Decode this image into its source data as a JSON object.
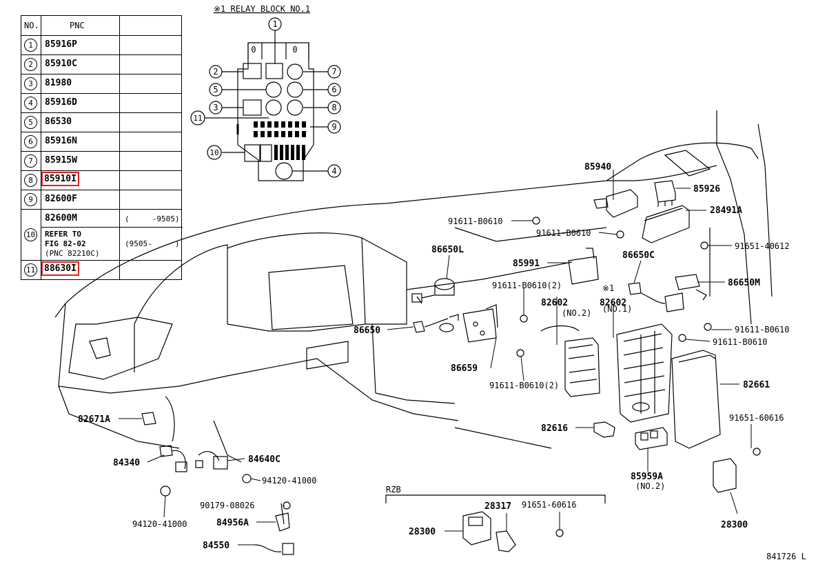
{
  "table": {
    "headers": {
      "no": "NO.",
      "pnc": "PNC"
    },
    "rows": [
      {
        "no": "1",
        "pnc": "85916P",
        "remark": ""
      },
      {
        "no": "2",
        "pnc": "85910C",
        "remark": ""
      },
      {
        "no": "3",
        "pnc": "81980",
        "remark": ""
      },
      {
        "no": "4",
        "pnc": "85916D",
        "remark": ""
      },
      {
        "no": "5",
        "pnc": "86530",
        "remark": ""
      },
      {
        "no": "6",
        "pnc": "85916N",
        "remark": ""
      },
      {
        "no": "7",
        "pnc": "85915W",
        "remark": ""
      },
      {
        "no": "8",
        "pnc": "85910I",
        "remark": "",
        "highlight": true
      },
      {
        "no": "9",
        "pnc": "82600F",
        "remark": ""
      },
      {
        "no": "10",
        "pnc": "82600M",
        "remark": "(     -9505)",
        "pnc2": "REFER TO",
        "pnc3": "FIG 82-02",
        "pnc4": "(PNC 82210C)",
        "remark2": "(9505-     )"
      },
      {
        "no": "11",
        "pnc": "88630I",
        "remark": "",
        "highlight": true
      }
    ]
  },
  "relay_block": {
    "title": "※1 RELAY BLOCK NO.1",
    "zero_left": "0",
    "zero_right": "0",
    "callouts": [
      "1",
      "2",
      "3",
      "4",
      "5",
      "6",
      "7",
      "8",
      "9",
      "10",
      "11"
    ]
  },
  "labels": {
    "p85940": "85940",
    "p85926": "85926",
    "p28491a": "28491A",
    "p91611_b0610_a": "91611-B0610",
    "p91611_b0610_b": "91611-B0610",
    "p91651_40612": "91651-40612",
    "p86650l": "86650L",
    "p86650c": "86650C",
    "p85991": "85991",
    "p86650m": "86650M",
    "p91611_b0610_2a": "91611-B0610(2)",
    "p82602_no2": "82602",
    "no2_a": "(NO.2)",
    "mark1": "※1",
    "p82602_no1": "82602",
    "no1": "(NO.1)",
    "p86650": "86650",
    "p91611_b0610_c": "91611-B0610",
    "p91611_b0610_d": "91611-B0610",
    "p86659": "86659",
    "p91611_b0610_2b": "91611-B0610(2)",
    "p82661": "82661",
    "p82671a": "82671A",
    "p82616": "82616",
    "p91651_60616_a": "91651-60616",
    "p84340": "84340",
    "p84640c": "84640C",
    "p94120_41000_a": "94120-41000",
    "p85959a": "85959A",
    "no2_b": "(NO.2)",
    "p90179_08026": "90179-08026",
    "p84956a": "84956A",
    "p94120_41000_b": "94120-41000",
    "p84550": "84550",
    "rzb": "RZB",
    "p28317": "28317",
    "p91651_60616_b": "91651-60616",
    "p28300_a": "28300",
    "p28300_b": "28300",
    "figure_ref": "841726 L"
  }
}
